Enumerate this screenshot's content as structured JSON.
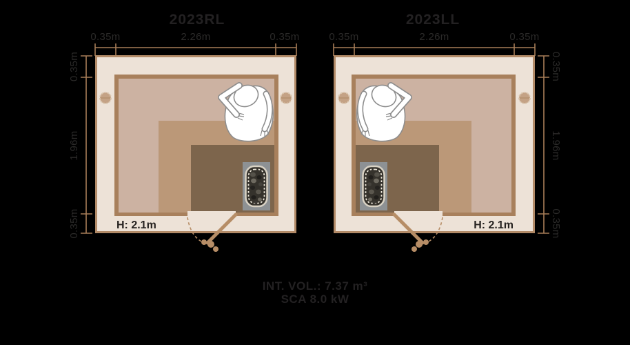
{
  "colors": {
    "background": "#000000",
    "title_text": "#232122",
    "dim_label_text": "#2b2a29",
    "dim_line": "#a87e58",
    "wall_fill": "#ede2d7",
    "wall_outer_border": "#b28a67",
    "room_border": "#a8805c",
    "floor": "#ccb2a2",
    "bench_low": "#bb9878",
    "bench_high": "#7d654c",
    "heater_pad": "#8d9194",
    "heater_rim": "#d9d2c4",
    "door_brown": "#b68d66",
    "person_outline": "#8d8d8d",
    "height_label_text": "#262220",
    "footer_text": "#232122"
  },
  "icons": {
    "person": "person-top-view-icon",
    "heater": "sauna-heater-stones-icon",
    "vent": "wall-vent-icon",
    "door": "door-swing-icon"
  },
  "plans": [
    {
      "title": "2023RL",
      "dims_top": [
        "0.35m",
        "2.26m",
        "0.35m"
      ],
      "dims_side": [
        "0.35m",
        "1.96m",
        "0.35m"
      ],
      "height_label": "H: 2.1m"
    },
    {
      "title": "2023LL",
      "dims_top": [
        "0.35m",
        "2.26m",
        "0.35m"
      ],
      "dims_side": [
        "0.35m",
        "1.96m",
        "0.35m"
      ],
      "height_label": "H: 2.1m"
    }
  ],
  "footer": {
    "volume": "INT. VOL.: 7.37 m³",
    "power": "SCA 8.0 kW"
  }
}
